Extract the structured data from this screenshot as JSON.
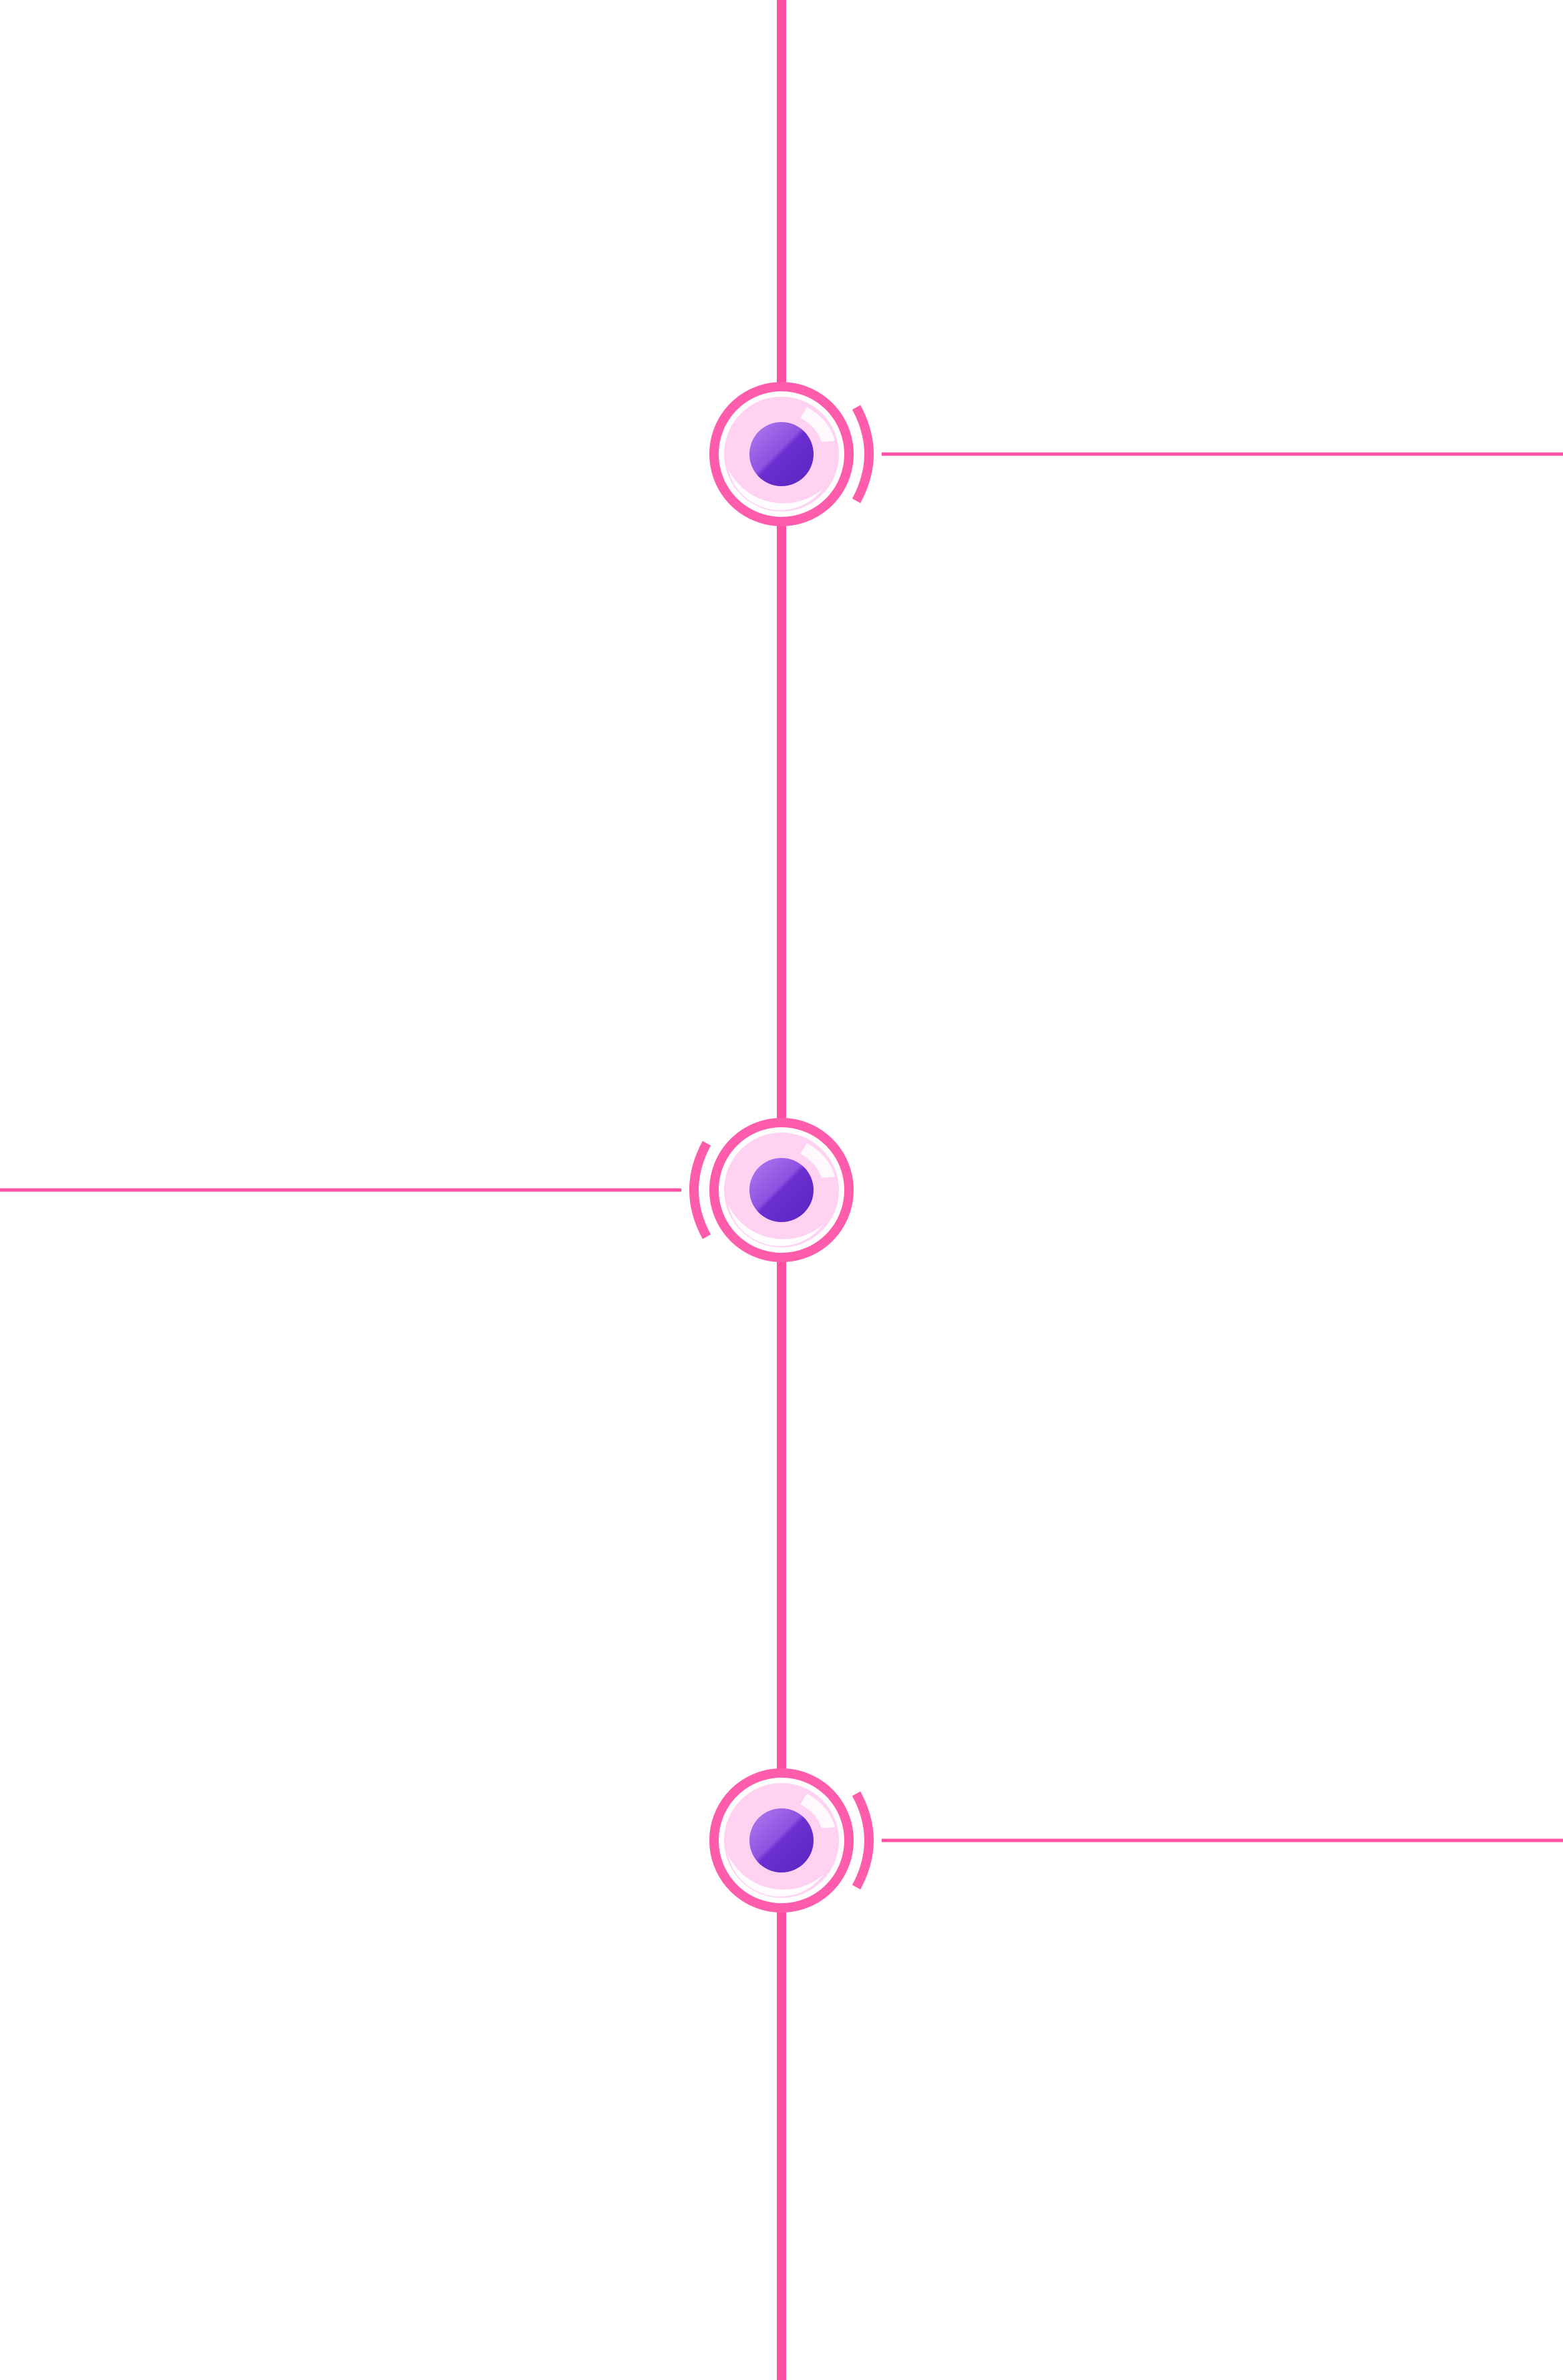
{
  "timeline": {
    "nodes": [
      {
        "side": "right"
      },
      {
        "side": "left"
      },
      {
        "side": "right"
      }
    ]
  },
  "colors": {
    "line": "#ff4fa0",
    "ring": "#ff5cab",
    "inner_fill": "#ffd2f2",
    "dot": "#6a2fd0",
    "dot_highlight": "#a070e6",
    "background": "#ffffff"
  }
}
